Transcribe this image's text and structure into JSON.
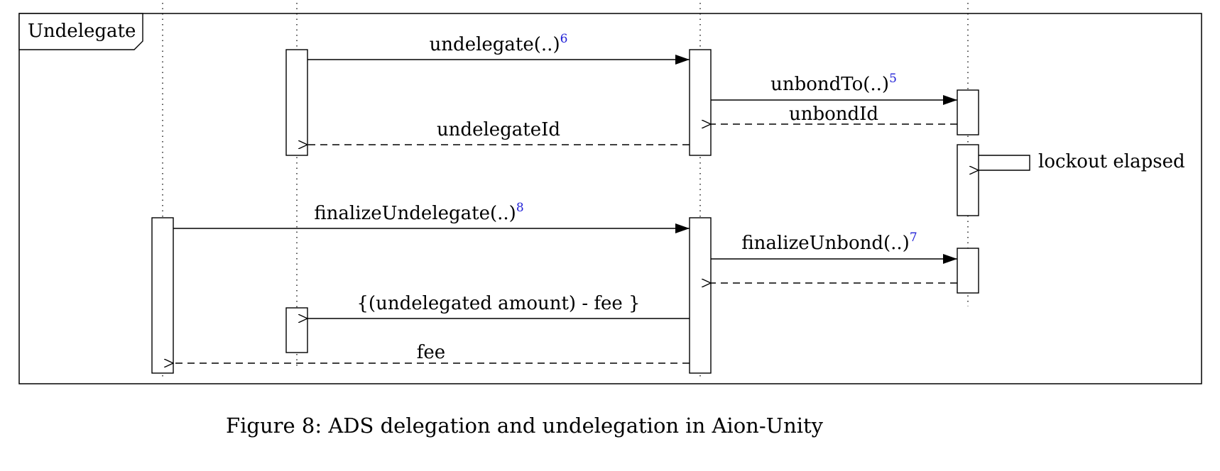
{
  "frame": {
    "title": "Undelegate"
  },
  "messages": {
    "undelegate": {
      "label": "undelegate(..)",
      "ref": "6"
    },
    "unbondTo": {
      "label": "unbondTo(..)",
      "ref": "5"
    },
    "unbondId": {
      "label": "unbondId"
    },
    "undelegateId": {
      "label": "undelegateId"
    },
    "lockout": {
      "label": "lockout elapsed"
    },
    "finalizeUndelegate": {
      "label": "finalizeUndelegate(..)",
      "ref": "8"
    },
    "finalizeUnbond": {
      "label": "finalizeUnbond(..)",
      "ref": "7"
    },
    "amount": {
      "label": "{(undelegated amount) - fee }"
    },
    "fee": {
      "label": "fee"
    }
  },
  "caption": "Figure 8: ADS delegation and undelegation in Aion-Unity",
  "colors": {
    "footnote_ref": "#1f1fd6",
    "ink": "#000000"
  }
}
